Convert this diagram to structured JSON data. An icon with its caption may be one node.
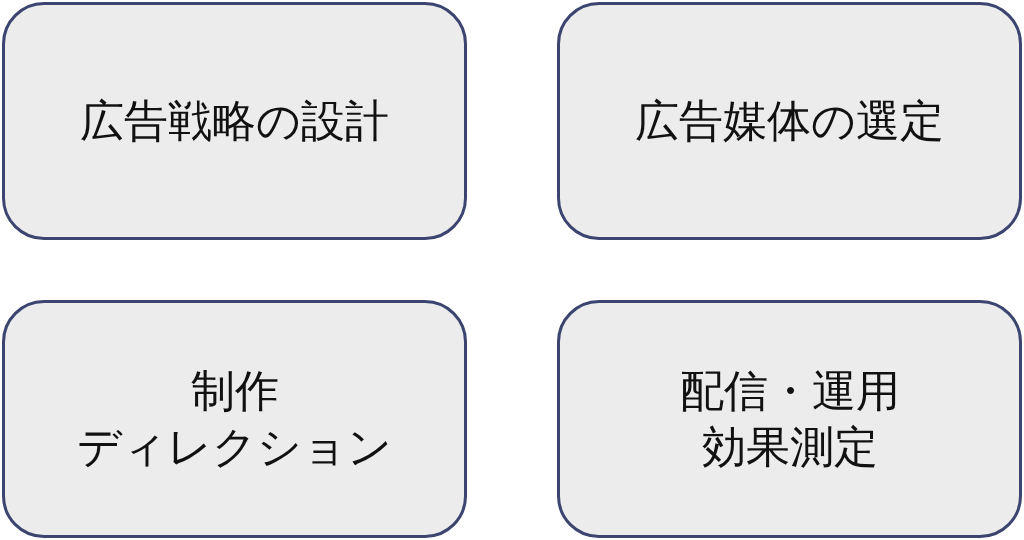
{
  "diagram": {
    "nodes": [
      {
        "text": [
          "広告戦略の設計"
        ]
      },
      {
        "text": [
          "広告媒体の選定"
        ]
      },
      {
        "text": [
          "制作",
          "ディレクション"
        ]
      },
      {
        "text": [
          "配信・運用",
          "効果測定"
        ]
      }
    ]
  }
}
